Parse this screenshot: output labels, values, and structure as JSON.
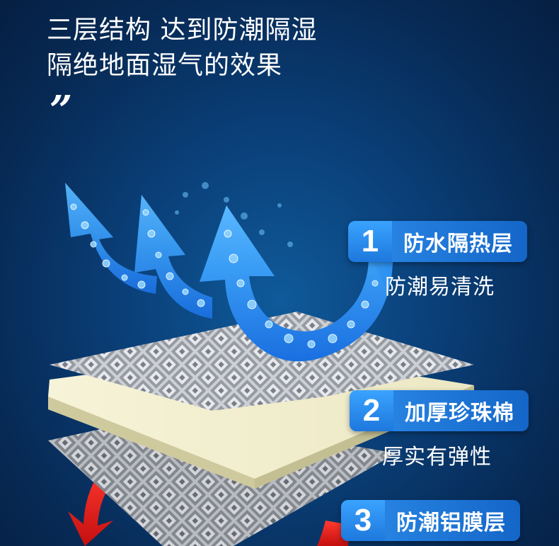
{
  "headline": {
    "line1": "三层结构 达到防潮隔湿",
    "line2": "隔绝地面湿气的效果",
    "quote_mark": "”"
  },
  "layers": [
    {
      "number": "1",
      "name": "防水隔热层",
      "description": "防潮易清洗"
    },
    {
      "number": "2",
      "name": "加厚珍珠棉",
      "description": "厚实有弹性"
    },
    {
      "number": "3",
      "name": "防潮铝膜层"
    }
  ],
  "colors": {
    "background_dark": "#061f42",
    "background_light": "#0f5a9a",
    "tag_blue": "#1e78dd",
    "arrow_blue": "#2a8ff0",
    "arrow_red": "#e01e1e",
    "foam": "#f3f0cf",
    "foil": "#b9bcc2"
  }
}
